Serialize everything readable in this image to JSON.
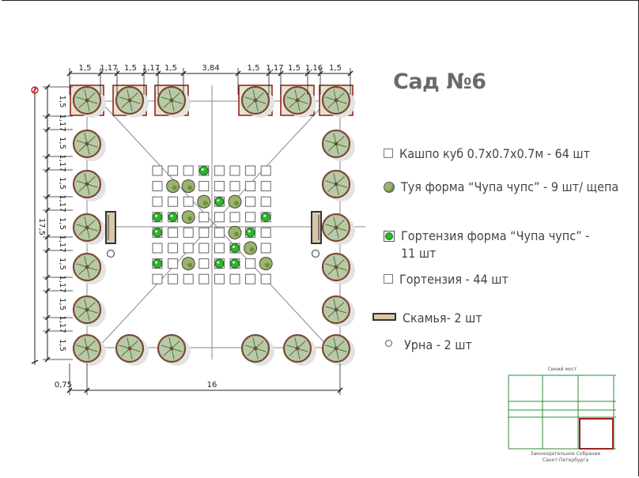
{
  "title": "Сад №6",
  "dimensions": {
    "top": [
      "1,5",
      "1,17",
      "1,5",
      "1,17",
      "1,5",
      "3,84",
      "1,5",
      "1,17",
      "1,5",
      "1,16",
      "1,5"
    ],
    "left": [
      "1,5",
      "1,17",
      "1,5",
      "1,17",
      "1,5",
      "1,17",
      "1,5",
      "1,17",
      "1,5",
      "1,17",
      "1,5",
      "1,17",
      "1,5"
    ],
    "total_height": "17,5",
    "bottom_offset": "0,75",
    "bottom_width": "16"
  },
  "legend": [
    {
      "icon": "square",
      "text": "Кашпо куб 0.7х0.7х0.7м - 64 шт"
    },
    {
      "icon": "thuja",
      "text": "Туя форма “Чупа чупс” - 9 шт/ щепа"
    },
    {
      "icon": "hydrangea-chupa",
      "text": "Гортензия форма “Чупа чупс” - 11 шт"
    },
    {
      "icon": "hydrangea",
      "text": "Гортензия - 44 шт"
    },
    {
      "icon": "bench",
      "text": "Скамья- 2 шт"
    },
    {
      "icon": "urn",
      "text": "Урна - 2 шт"
    }
  ],
  "site_map": {
    "top_label": "Синий мост",
    "bottom_label_1": "Законодательное Собрание",
    "bottom_label_2": "Санкт-Петербурга"
  },
  "colors": {
    "tree": "#b9c9a7",
    "tree_outline": "#7a4a35",
    "planter": "#e9e2d0",
    "planter_border": "#8b1a1a",
    "thuja": "#9ab56a",
    "hydrangea_dot": "#2fb52f",
    "bench": "#d8c6a8",
    "site_grid": "#2e8b3a",
    "site_highlight": "#a02020"
  }
}
